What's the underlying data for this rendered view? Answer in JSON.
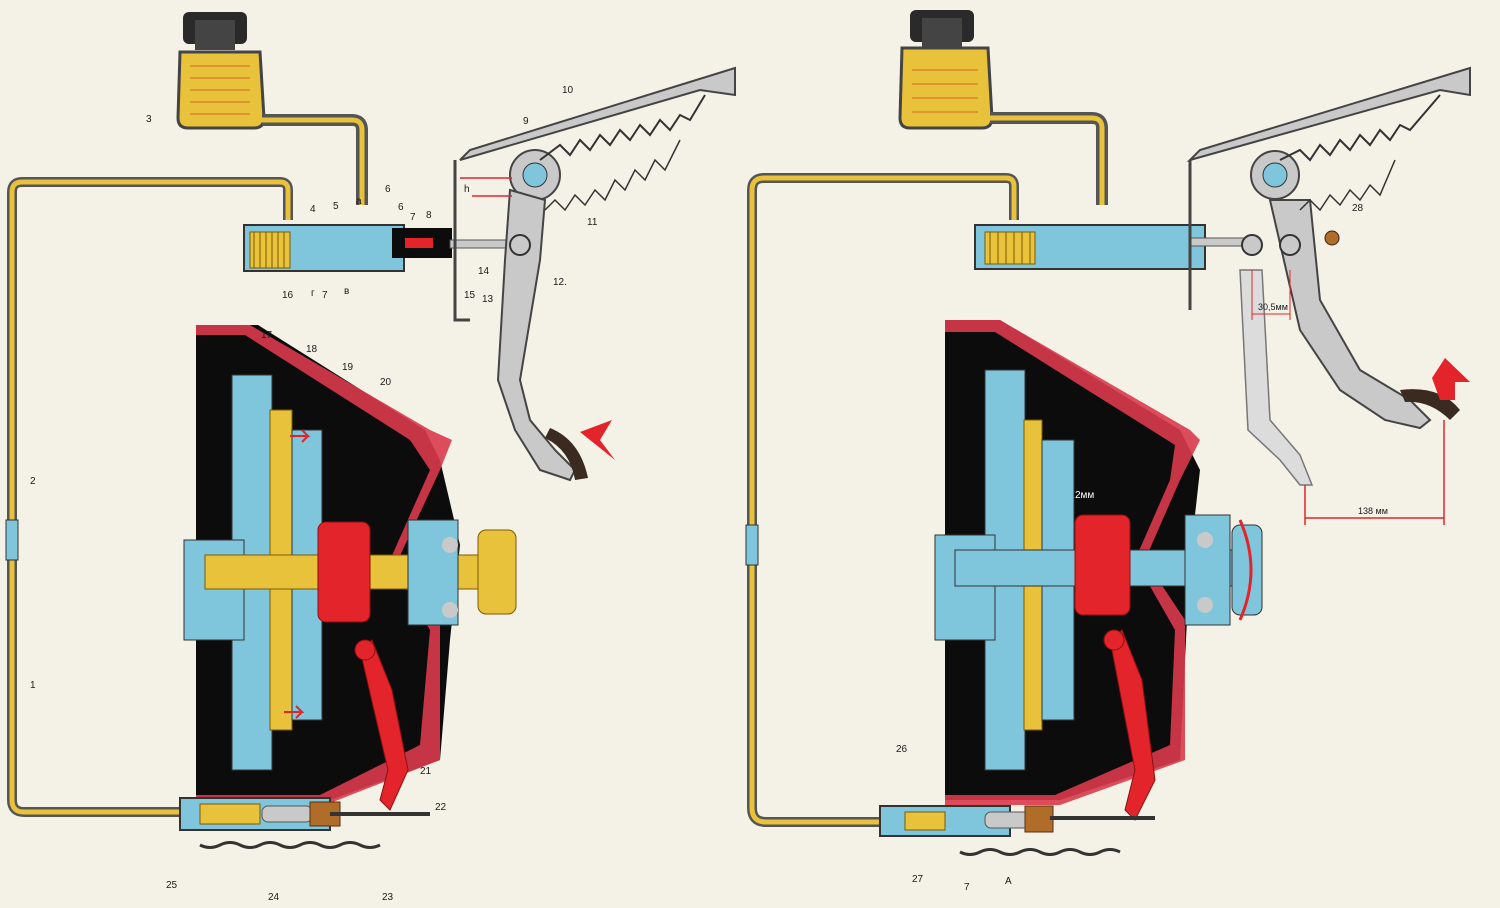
{
  "left_labels": [
    "1",
    "2",
    "3",
    "4",
    "5",
    "a",
    "6",
    "6",
    "7",
    "8",
    "9",
    "10",
    "11",
    "12.",
    "13",
    "14",
    "15",
    "16",
    "г",
    "7",
    "в",
    "17",
    "18",
    "19",
    "20",
    "21",
    "22",
    "23",
    "24",
    "25"
  ],
  "right_labels": [
    "26",
    "27",
    "7",
    "A",
    "28"
  ],
  "dimensions": {
    "clearance": "2мм",
    "pedal_gap": "30,5мм",
    "pedal_travel": "138 мм",
    "free_play_symbol": "h"
  },
  "colors": {
    "background": "#f4f1e6",
    "fluid": "#e8c23a",
    "cylinder": "#7fc6dc",
    "housing": "#d93a4b",
    "interior": "#0c0c0c",
    "metal": "#c9c9c9",
    "arrow": "#e3252b"
  }
}
